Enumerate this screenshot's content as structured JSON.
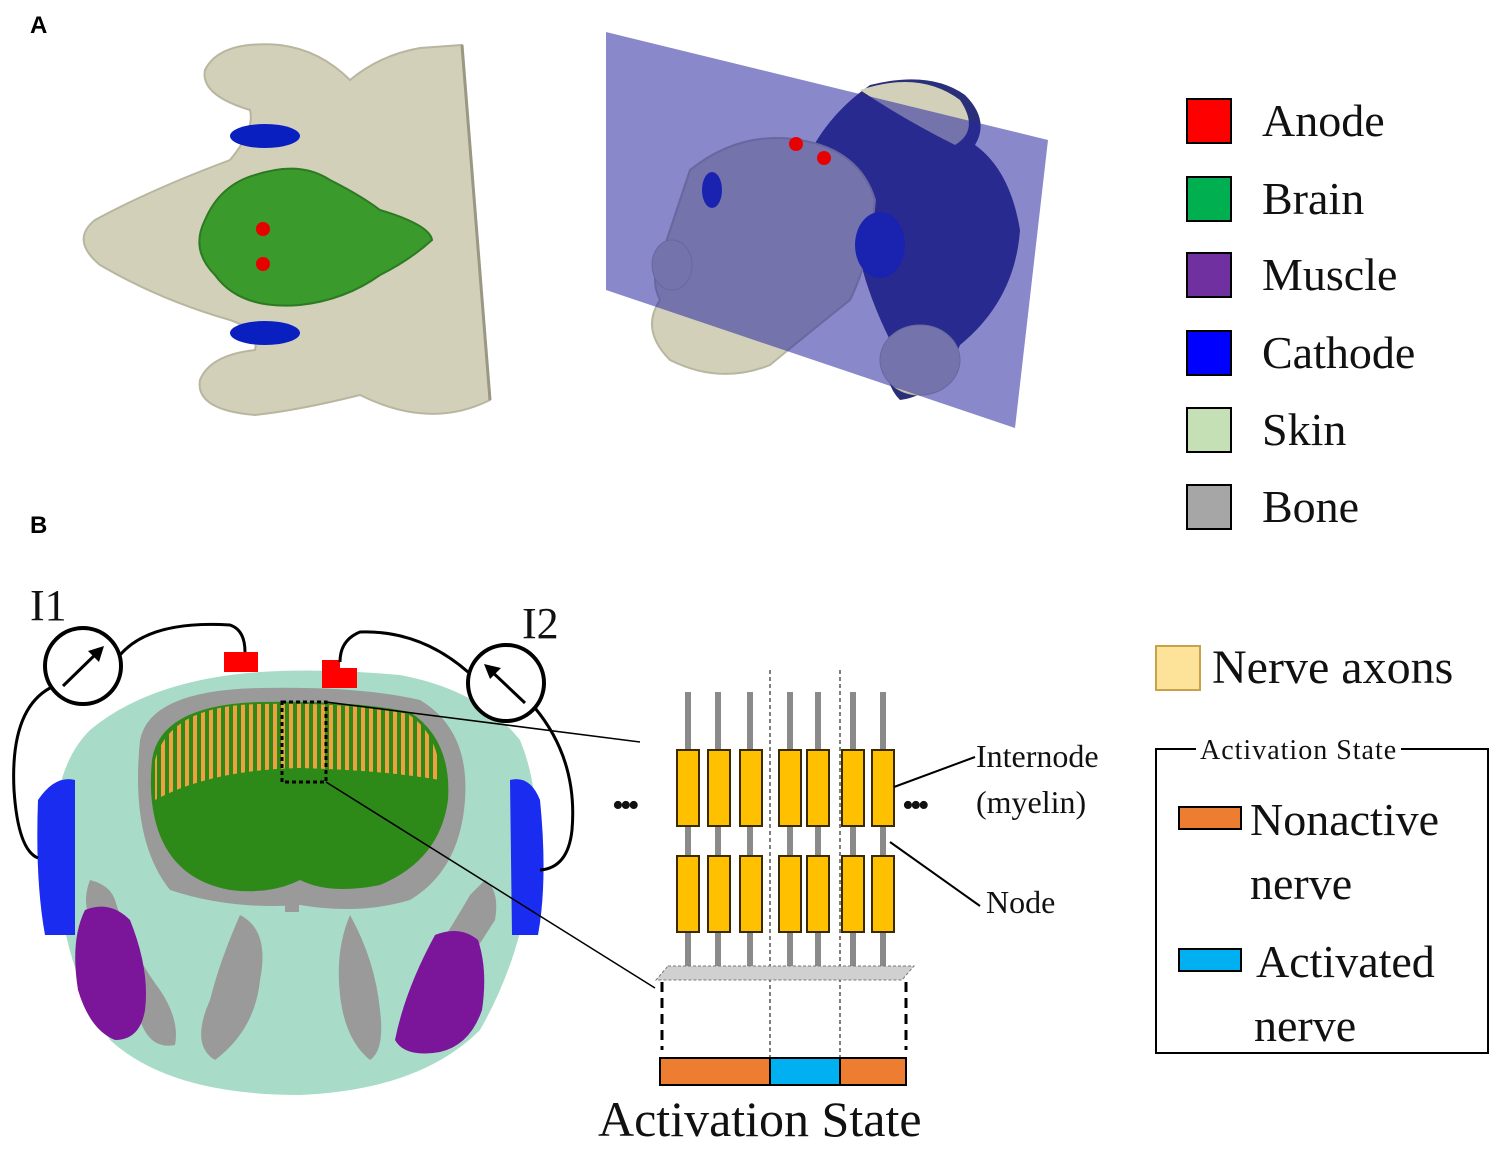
{
  "panels": {
    "a": "A",
    "b": "B"
  },
  "legend_a": [
    {
      "label": "Anode",
      "color": "#ff0000"
    },
    {
      "label": "Brain",
      "color": "#00b050"
    },
    {
      "label": "Muscle",
      "color": "#7030a0"
    },
    {
      "label": "Cathode",
      "color": "#0000ff"
    },
    {
      "label": "Skin",
      "color": "#c5e0b4"
    },
    {
      "label": "Bone",
      "color": "#a6a6a6"
    }
  ],
  "panel_b": {
    "current_1": "I1",
    "current_2": "I2",
    "callout_internode_1": "Internode",
    "callout_internode_2": "(myelin)",
    "callout_node": "Node",
    "ellipsis": "•••",
    "nerve_axons_label": "Nerve axons",
    "activation_state_caption": "Activation State",
    "state_box": {
      "title": "Activation  State",
      "nonactive_1": "Nonactive",
      "nonactive_2": "nerve",
      "activated_1": "Activated",
      "activated_2": "nerve",
      "nonactive_color": "#ed7d31",
      "activated_color": "#00b0f0"
    }
  }
}
